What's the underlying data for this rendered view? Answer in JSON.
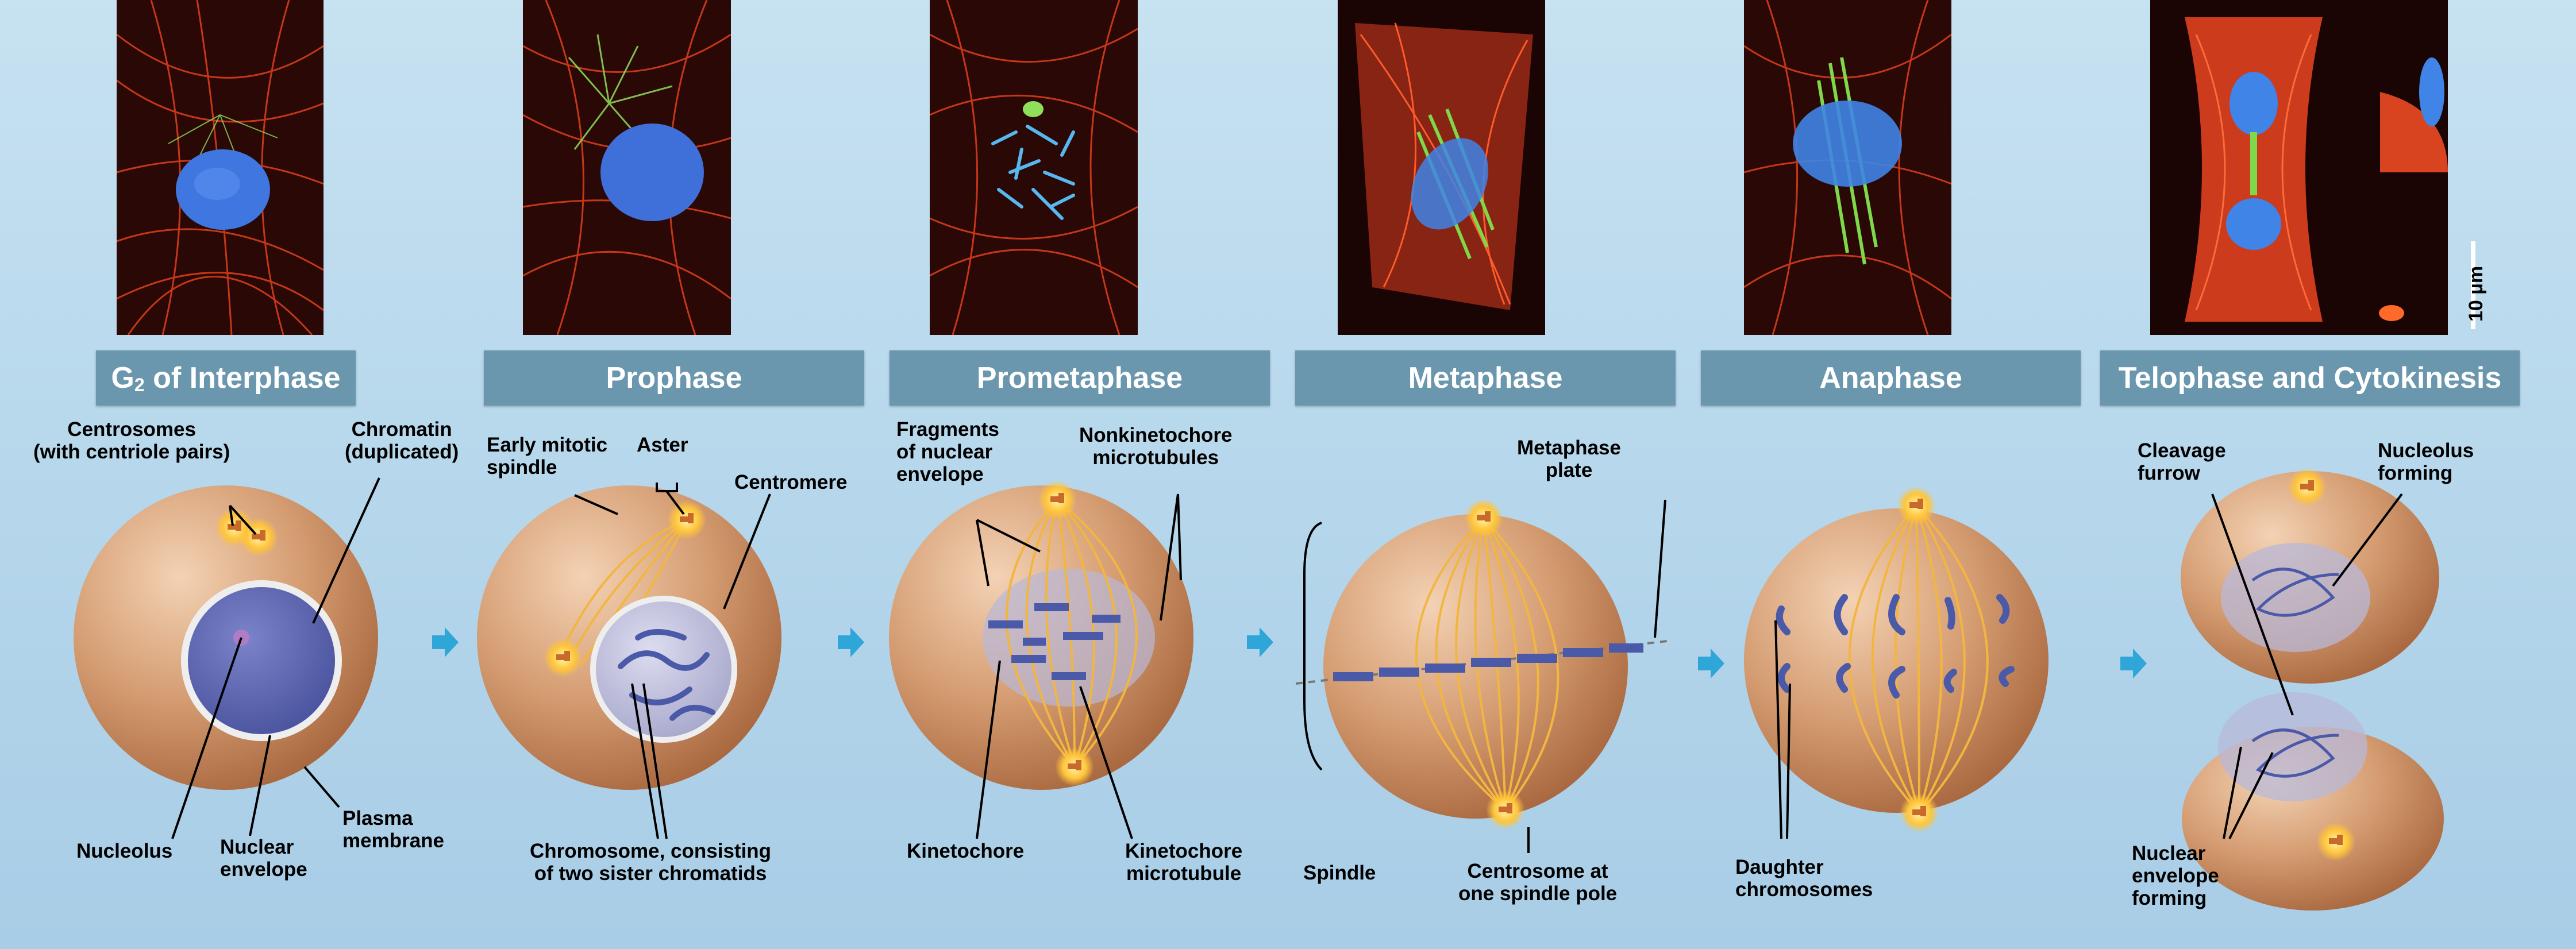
{
  "stages": [
    {
      "main": "G",
      "sub": "2",
      "rest": " of Interphase"
    },
    {
      "main": "Prophase"
    },
    {
      "main": "Prometaphase"
    },
    {
      "main": "Metaphase"
    },
    {
      "main": "Anaphase"
    },
    {
      "main": "Telophase and Cytokinesis"
    }
  ],
  "scale_bar": "10 µm",
  "labels": {
    "centrosomes": [
      "Centrosomes",
      "(with centriole pairs)"
    ],
    "chromatin": [
      "Chromatin",
      "(duplicated)"
    ],
    "nucleolus": "Nucleolus",
    "nuclear_envelope": [
      "Nuclear",
      "envelope"
    ],
    "plasma_membrane": [
      "Plasma",
      "membrane"
    ],
    "early_spindle": [
      "Early mitotic",
      "spindle"
    ],
    "aster": "Aster",
    "centromere": "Centromere",
    "chromosome": [
      "Chromosome, consisting",
      "of two sister chromatids"
    ],
    "fragments": [
      "Fragments",
      "of nuclear",
      "envelope"
    ],
    "nonkinetochore": [
      "Nonkinetochore",
      "microtubules"
    ],
    "kinetochore": "Kinetochore",
    "kinetochore_mt": [
      "Kinetochore",
      "microtubule"
    ],
    "metaphase_plate": [
      "Metaphase",
      "plate"
    ],
    "spindle": "Spindle",
    "centrosome_pole": [
      "Centrosome at",
      "one spindle pole"
    ],
    "daughter": [
      "Daughter",
      "chromosomes"
    ],
    "cleavage": [
      "Cleavage",
      "furrow"
    ],
    "nucleolus_forming": [
      "Nucleolus",
      "forming"
    ],
    "nuclear_envelope_forming": [
      "Nuclear",
      "envelope",
      "forming"
    ]
  },
  "colors": {
    "stage_bar": "#6a97ad",
    "cell_fill": "#c8926a",
    "nucleus_fill": "#b8b8d8",
    "chromosome": "#4a5aa8",
    "spindle": "#f2b640",
    "arrow": "#2fa6d8",
    "micro_red": "#d63a1a",
    "micro_green": "#7ed84a",
    "micro_blue": "#3f7fe6"
  }
}
